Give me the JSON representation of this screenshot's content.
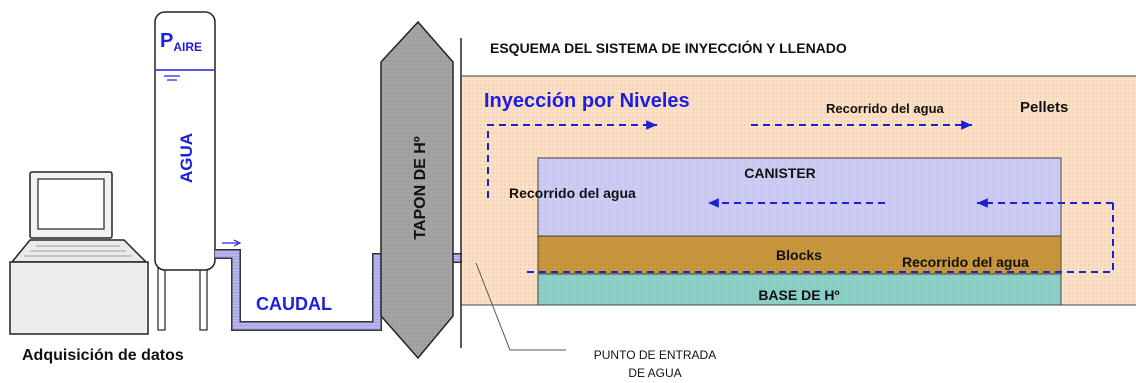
{
  "title": "ESQUEMA DEL SISTEMA DE INYECCIÓN Y LLENADO",
  "tank": {
    "pressure_symbol": "P",
    "pressure_subscript": "AIRE",
    "content_label": "AGUA"
  },
  "flow_label": "CAUDAL",
  "computer_label": "Adquisición de datos",
  "plug_label": "TAPON DE Hº",
  "injection_mode": "Inyección por Niveles",
  "water_path_labels": {
    "top": "Recorrido del agua",
    "middle": "Recorrido del agua",
    "bottom": "Recorrido del agua"
  },
  "material_labels": {
    "pellets": "Pellets",
    "canister": "CANISTER",
    "blocks": "Blocks",
    "base": "BASE DE Hº"
  },
  "entry_point": {
    "line1": "PUNTO DE ENTRADA",
    "line2": "DE AGUA"
  },
  "colors": {
    "pellets": "#fbe0c6",
    "canister": "#c9c9f3",
    "blocks": "#c8963c",
    "base": "#8ccfc6",
    "plug": "#a3a3a3",
    "pipe": "#b6b6ef",
    "water_path": "#1e1ed6",
    "blue_text": "#1e1ee0"
  }
}
